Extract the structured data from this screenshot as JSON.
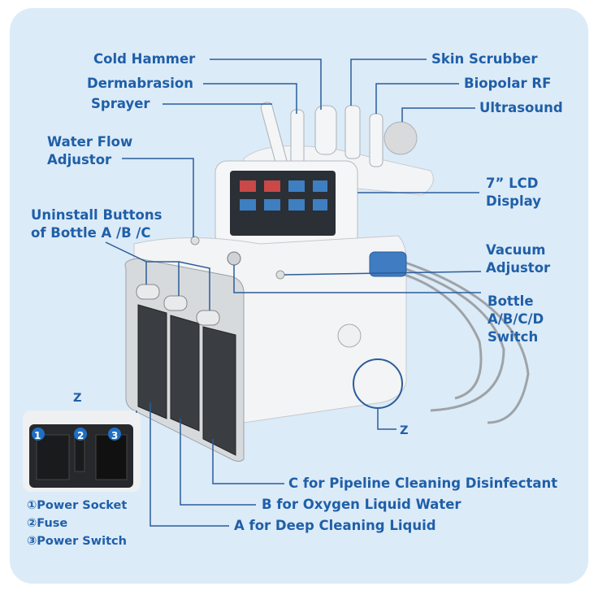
{
  "labels": {
    "cold_hammer": "Cold Hammer",
    "dermabrasion": "Dermabrasion",
    "sprayer": "Sprayer",
    "skin_scrubber": "Skin Scrubber",
    "biopolar_rf": "Biopolar RF",
    "ultrasound": "Ultrasound",
    "water_flow_1": "Water Flow",
    "water_flow_2": "Adjustor",
    "uninstall_1": "Uninstall Buttons",
    "uninstall_2": "of Bottle A /B /C",
    "lcd_1": "7” LCD",
    "lcd_2": "Display",
    "vacuum_1": "Vacuum",
    "vacuum_2": "Adjustor",
    "bottle_1": "Bottle",
    "bottle_2": "A/B/C/D",
    "bottle_3": "Switch",
    "bottle_c": "C for Pipeline Cleaning Disinfectant",
    "bottle_b": "B for Oxygen Liquid Water",
    "bottle_a": "A for Deep Cleaning Liquid",
    "z_inset": "Z",
    "z_callout": "Z"
  },
  "inset": {
    "badges": [
      "1",
      "2",
      "3"
    ],
    "legend": [
      "①Power Socket",
      "②Fuse",
      "③Power Switch"
    ]
  },
  "colors": {
    "label": "#1f5fa8",
    "panel": "#dcebf8",
    "line": "#2a5d9a"
  }
}
